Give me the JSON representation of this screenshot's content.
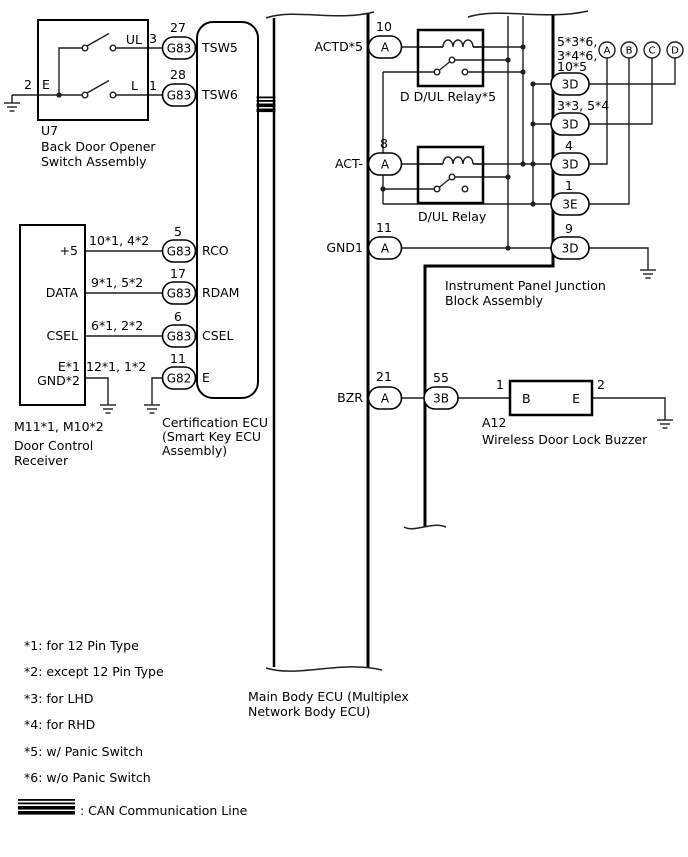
{
  "switch_assembly": {
    "ref": "U7",
    "name_line1": "Back Door Opener",
    "name_line2": "Switch Assembly",
    "ground_pin": "2",
    "ground_terminal": "E",
    "rows": [
      {
        "terminal": "UL",
        "pin": "3",
        "conn_pin": "27",
        "conn": "G83",
        "ecu_terminal": "TSW5"
      },
      {
        "terminal": "L",
        "pin": "1",
        "conn_pin": "28",
        "conn": "G83",
        "ecu_terminal": "TSW6"
      }
    ]
  },
  "cert_ecu": {
    "label_line1": "Certification ECU",
    "label_line2": "(Smart Key ECU",
    "label_line3": "Assembly)"
  },
  "receiver": {
    "ref": "M11*1, M10*2",
    "name_line1": "Door Control",
    "name_line2": "Receiver",
    "rows": [
      {
        "terminal": "+5",
        "wire": "10*1, 4*2",
        "pin": "5",
        "conn": "G83",
        "ecu_terminal": "RCO"
      },
      {
        "terminal": "DATA",
        "wire": "9*1, 5*2",
        "pin": "17",
        "conn": "G83",
        "ecu_terminal": "RDAM"
      },
      {
        "terminal": "CSEL",
        "wire": "6*1, 2*2",
        "pin": "6",
        "conn": "G83",
        "ecu_terminal": "CSEL"
      },
      {
        "terminal_line1": "E*1",
        "terminal_line2": "GND*2",
        "wire": "12*1, 1*2",
        "pin": "11",
        "conn": "G82",
        "ecu_terminal": "E"
      }
    ]
  },
  "main_ecu": {
    "name_line1": "Main Body ECU (Multiplex",
    "name_line2": "Network Body ECU)",
    "rows": [
      {
        "terminal": "ACTD*5",
        "pin": "10",
        "conn": "A"
      },
      {
        "terminal": "ACT-",
        "pin": "8",
        "conn": "A"
      },
      {
        "terminal": "GND1",
        "pin": "11",
        "conn": "A"
      },
      {
        "terminal": "BZR",
        "pin": "21",
        "conn": "A"
      }
    ]
  },
  "relays": {
    "relay1": "D D/UL Relay*5",
    "relay2": "D/UL Relay"
  },
  "junction_block": {
    "name_line1": "Instrument Panel Junction",
    "name_line2": "Block Assembly",
    "connectors": [
      {
        "note_line1": "5*3*6,",
        "note_line2": "3*4*6,",
        "note_line3": "10*5",
        "conn": "3D"
      },
      {
        "note_line1": "3*3, 5*4",
        "conn": "3D"
      },
      {
        "pin": "4",
        "conn": "3D"
      },
      {
        "pin": "1",
        "conn": "3E"
      },
      {
        "pin": "9",
        "conn": "3D"
      },
      {
        "pin": "55",
        "conn": "3B"
      }
    ],
    "door_circuits": [
      "A",
      "B",
      "C",
      "D"
    ]
  },
  "buzzer": {
    "ref": "A12",
    "name": "Wireless Door Lock Buzzer",
    "pin_in": "1",
    "pin_out": "2",
    "terminal_b": "B",
    "terminal_e": "E"
  },
  "notes": [
    "*1: for 12 Pin Type",
    "*2: except 12 Pin Type",
    "*3: for LHD",
    "*4: for RHD",
    "*5: w/ Panic Switch",
    "*6: w/o Panic Switch"
  ],
  "can_legend": ": CAN Communication Line"
}
